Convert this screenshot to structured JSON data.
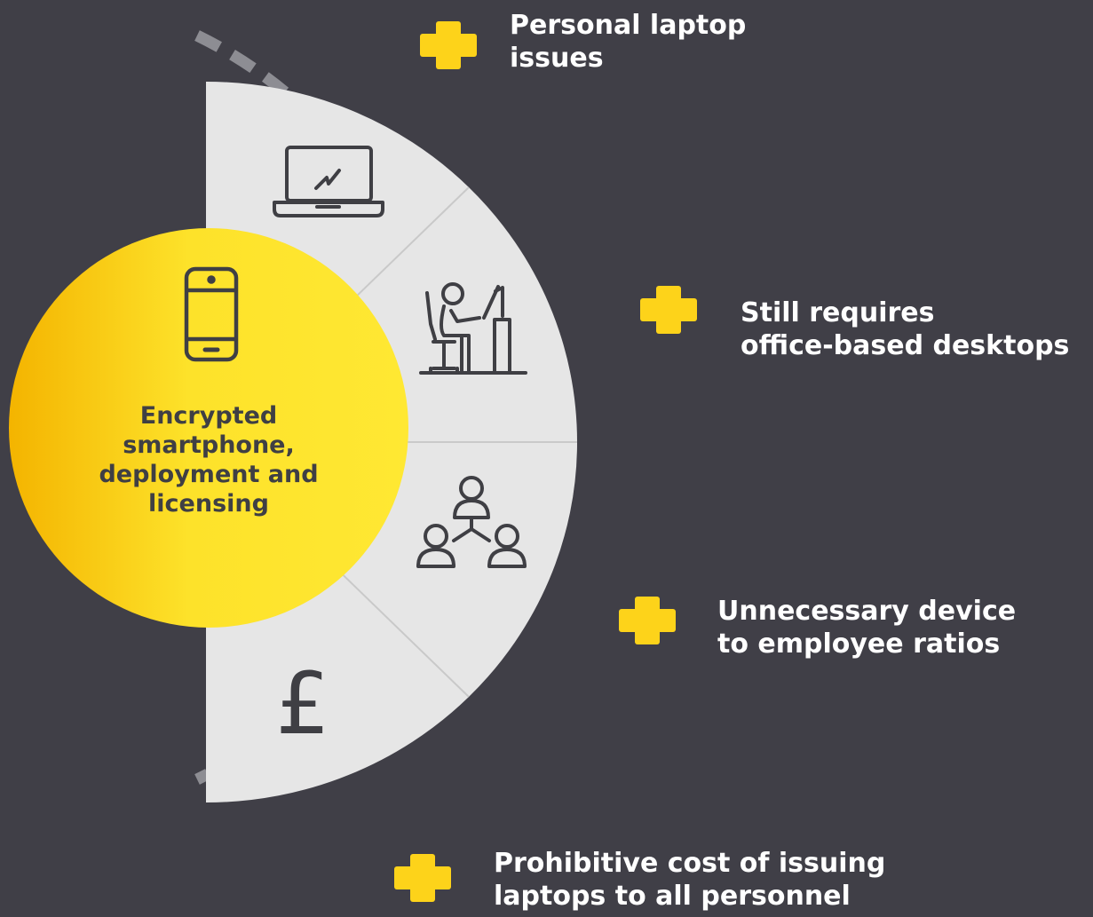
{
  "center": {
    "icon": "smartphone-icon",
    "lines": [
      "Encrypted",
      "smartphone,",
      "deployment and",
      "licensing"
    ]
  },
  "segments": [
    {
      "icon": "laptop-icon"
    },
    {
      "icon": "office-worker-icon"
    },
    {
      "icon": "team-hierarchy-icon"
    },
    {
      "icon": "pound-icon"
    }
  ],
  "items": [
    {
      "icon": "plus-icon",
      "lines": [
        "Personal laptop",
        "issues"
      ]
    },
    {
      "icon": "plus-icon",
      "lines": [
        "Still requires",
        "office-based desktops"
      ]
    },
    {
      "icon": "plus-icon",
      "lines": [
        "Unnecessary device",
        "to employee ratios"
      ]
    },
    {
      "icon": "plus-icon",
      "lines": [
        "Prohibitive cost of issuing",
        "laptops to all personnel"
      ]
    }
  ],
  "colors": {
    "background": "#403f47",
    "accent": "#fdd31a",
    "segment": "#e6e6e6",
    "dash": "#8d8d93",
    "icon": "#3f3f44"
  }
}
